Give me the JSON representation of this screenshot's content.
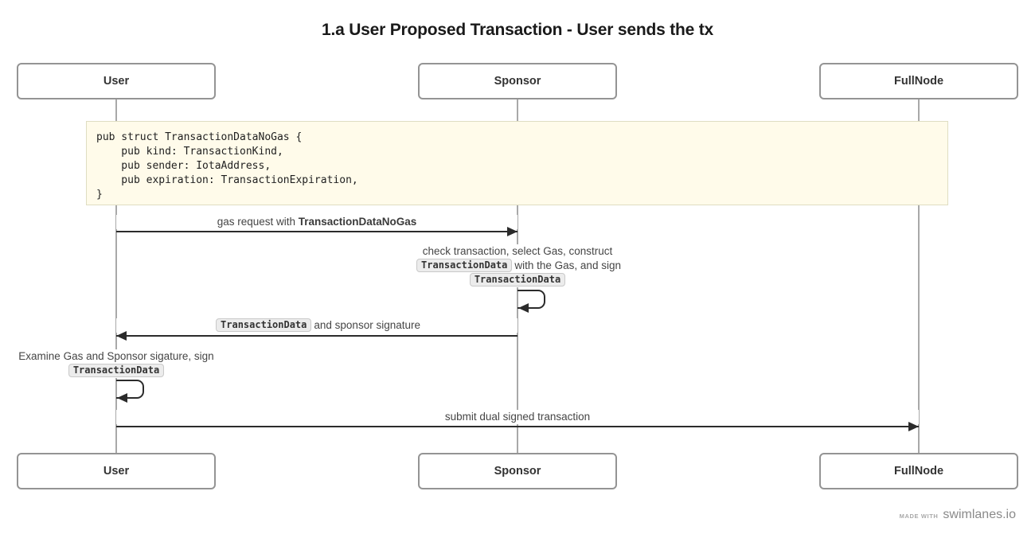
{
  "title": "1.a User Proposed Transaction - User sends the tx",
  "actors": {
    "user": "User",
    "sponsor": "Sponsor",
    "fullnode": "FullNode"
  },
  "note_code": {
    "line1": "pub struct TransactionDataNoGas {",
    "line2": "    pub kind: TransactionKind,",
    "line3": "    pub sender: IotaAddress,",
    "line4": "    pub expiration: TransactionExpiration,",
    "line5": "}"
  },
  "messages": {
    "gas_request": {
      "prefix": "gas request with ",
      "bold": "TransactionDataNoGas"
    },
    "sponsor_self": {
      "line1": "check transaction, select Gas, construct",
      "code1": "TransactionData",
      "line2_rest": "with the Gas, and sign",
      "code2": "TransactionData"
    },
    "sponsor_reply": {
      "code": "TransactionData",
      "rest": "and sponsor signature"
    },
    "user_self": {
      "line1": "Examine Gas and Sponsor sigature, sign",
      "code": "TransactionData"
    },
    "submit": "submit dual signed transaction"
  },
  "footer": {
    "made_with": "MADE WITH",
    "brand": "swimlanes.io"
  },
  "colors": {
    "note_bg": "#fffbea",
    "note_border": "#dfddc2",
    "box_border": "#949494",
    "lifeline": "#a9a9a9",
    "arrow": "#2b2b2b",
    "label_text": "#454545",
    "chip_bg": "#ececec",
    "chip_border": "#c9c9c9"
  }
}
